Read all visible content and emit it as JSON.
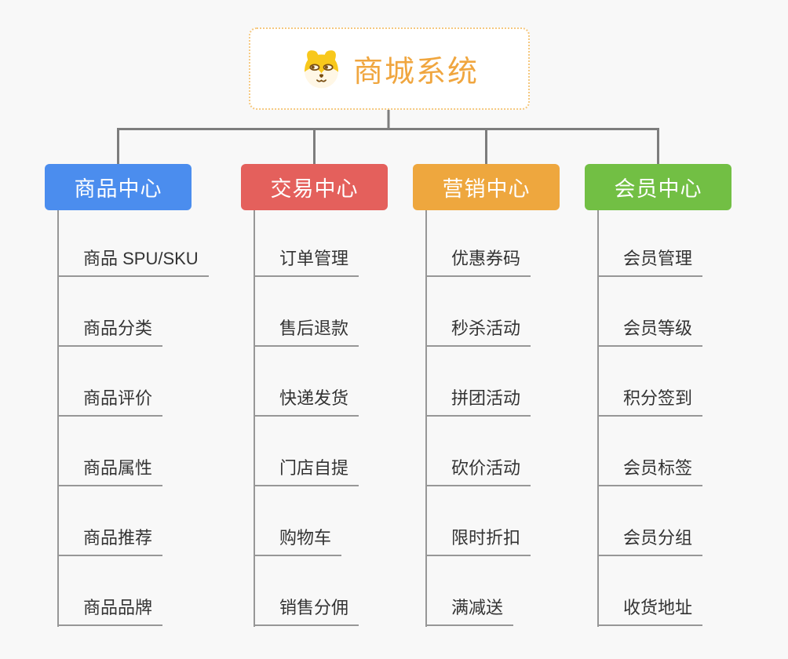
{
  "root": {
    "title": "商城系统",
    "title_color": "#f0a63f",
    "border_color": "#f5c87f",
    "icon": "dog-face-icon"
  },
  "branches": [
    {
      "label": "商品中心",
      "color": "#4b8dee",
      "items": [
        "商品 SPU/SKU",
        "商品分类",
        "商品评价",
        "商品属性",
        "商品推荐",
        "商品品牌"
      ]
    },
    {
      "label": "交易中心",
      "color": "#e4605c",
      "items": [
        "订单管理",
        "售后退款",
        "快递发货",
        "门店自提",
        "购物车",
        "销售分佣"
      ]
    },
    {
      "label": "营销中心",
      "color": "#eea73e",
      "items": [
        "优惠券码",
        "秒杀活动",
        "拼团活动",
        "砍价活动",
        "限时折扣",
        "满减送"
      ]
    },
    {
      "label": "会员中心",
      "color": "#72bf44",
      "items": [
        "会员管理",
        "会员等级",
        "积分签到",
        "会员标签",
        "会员分组",
        "收货地址"
      ]
    }
  ],
  "colors": {
    "background": "#f8f8f8",
    "tree_connector": "#7d7d7d",
    "leaf_line": "#979797",
    "leaf_text": "#333333"
  }
}
